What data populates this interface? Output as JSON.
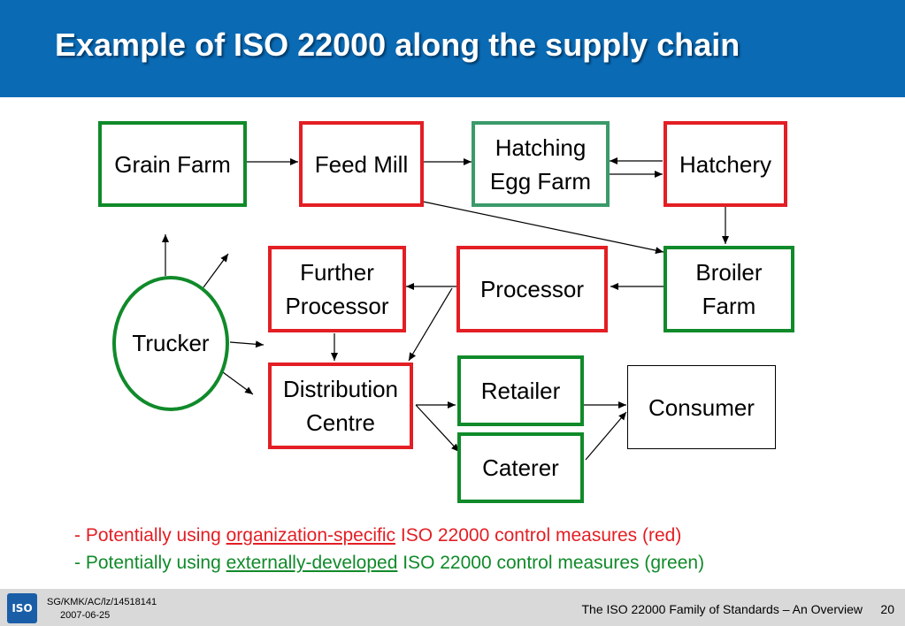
{
  "slide": {
    "title": "Example of ISO 22000 along the supply chain"
  },
  "nodes": {
    "grain_farm": "Grain Farm",
    "feed_mill": "Feed Mill",
    "hatching_egg_farm": "Hatching\nEgg Farm",
    "hatchery": "Hatchery",
    "further_processor": "Further\nProcessor",
    "processor": "Processor",
    "broiler_farm": "Broiler\nFarm",
    "trucker": "Trucker",
    "distribution_centre": "Distribution\nCentre",
    "retailer": "Retailer",
    "caterer": "Caterer",
    "consumer": "Consumer"
  },
  "legend": {
    "line1": {
      "prefix": "- Potentially using ",
      "highlight": "organization-specific",
      "suffix": " ISO 22000 control measures (red)"
    },
    "line2": {
      "prefix": "- Potentially using ",
      "highlight": "externally-developed",
      "suffix": " ISO 22000 control measures (green)"
    }
  },
  "colors": {
    "header_blue": "#0a6ab4",
    "red": "#e31e24",
    "green": "#108a2a",
    "footer_gray": "#d9d9d9"
  },
  "footer": {
    "logo_text": "ISO",
    "doc_ref": "SG/KMK/AC/lz/14518141",
    "date": "2007-06-25",
    "presentation_title": "The ISO 22000 Family of Standards – An Overview",
    "page_number": "20"
  }
}
